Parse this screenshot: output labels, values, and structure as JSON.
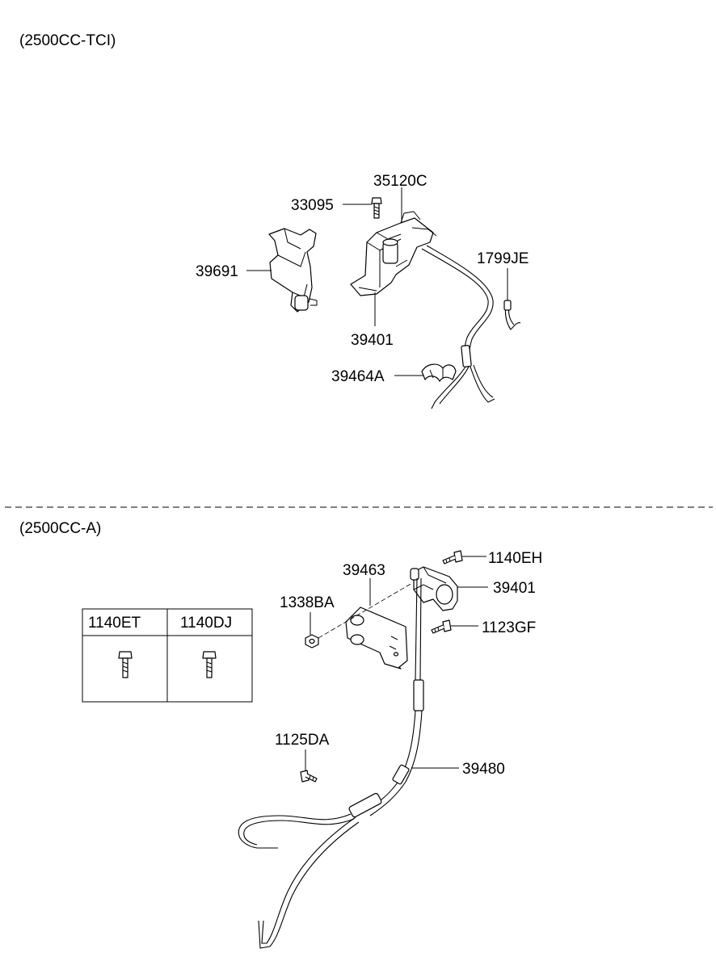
{
  "sections": [
    {
      "title": "(2500CC-TCI)",
      "parts": {
        "p35120C": "35120C",
        "p33095": "33095",
        "p39691": "39691",
        "p1799JE": "1799JE",
        "p39401": "39401",
        "p39464A": "39464A"
      }
    },
    {
      "title": "(2500CC-A)",
      "parts": {
        "p1140EH": "1140EH",
        "p39463": "39463",
        "p39401": "39401",
        "p1338BA": "1338BA",
        "p1123GF": "1123GF",
        "p1125DA": "1125DA",
        "p39480": "39480"
      },
      "table": {
        "headers": [
          "1140ET",
          "1140DJ"
        ]
      }
    }
  ]
}
